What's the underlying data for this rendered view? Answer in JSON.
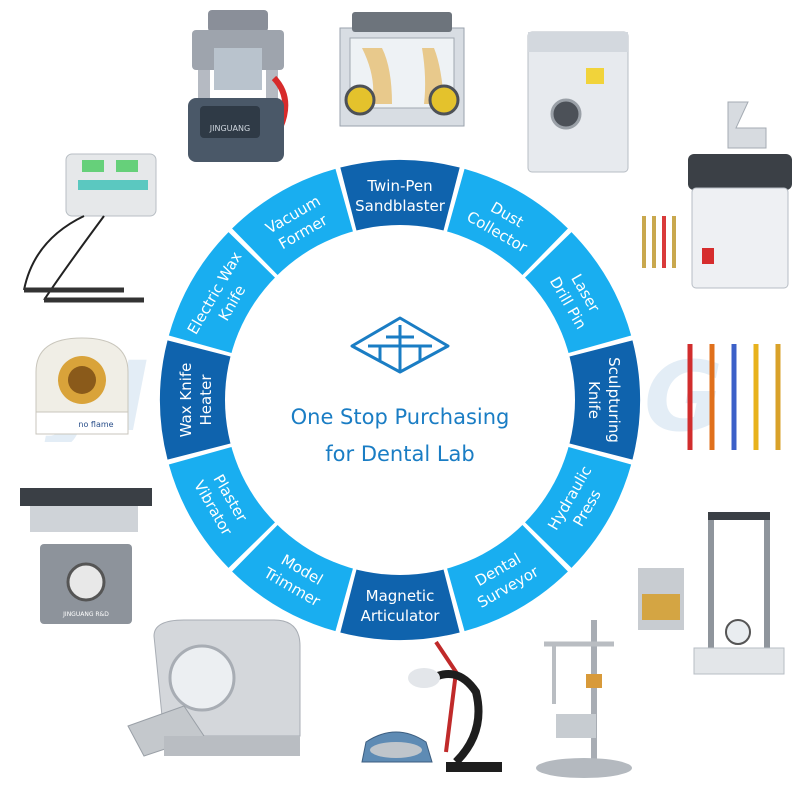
{
  "watermark": "JINGUANG",
  "center": {
    "line1": "One Stop Purchasing",
    "line2": "for Dental Lab"
  },
  "segments": [
    {
      "lines": [
        "Twin-Pen",
        "Sandblaster"
      ],
      "shade": "dark"
    },
    {
      "lines": [
        "Dust",
        "Collector"
      ],
      "shade": "light"
    },
    {
      "lines": [
        "Laser",
        "Drill Pin"
      ],
      "shade": "light"
    },
    {
      "lines": [
        "Sculpturing",
        "Knife"
      ],
      "shade": "dark"
    },
    {
      "lines": [
        "Hydraulic",
        "Press"
      ],
      "shade": "light"
    },
    {
      "lines": [
        "Dental",
        "Surveyor"
      ],
      "shade": "light"
    },
    {
      "lines": [
        "Magnetic",
        "Articulator"
      ],
      "shade": "dark"
    },
    {
      "lines": [
        "Model",
        "Trimmer"
      ],
      "shade": "light"
    },
    {
      "lines": [
        "Plaster",
        "Vibrator"
      ],
      "shade": "light"
    },
    {
      "lines": [
        "Wax Knife",
        "Heater"
      ],
      "shade": "dark"
    },
    {
      "lines": [
        "Electric Wax",
        "Knife"
      ],
      "shade": "light"
    },
    {
      "lines": [
        "Vacuum",
        "Former"
      ],
      "shade": "light"
    }
  ],
  "colors": {
    "dark": "#0f63ad",
    "light": "#19aef0",
    "text_blue": "#1a7dc4"
  },
  "labels": {
    "vacuum_brand": "JINGUANG",
    "heater_label": "no flame",
    "vibrator_brand": "JINGUANG R&D"
  }
}
